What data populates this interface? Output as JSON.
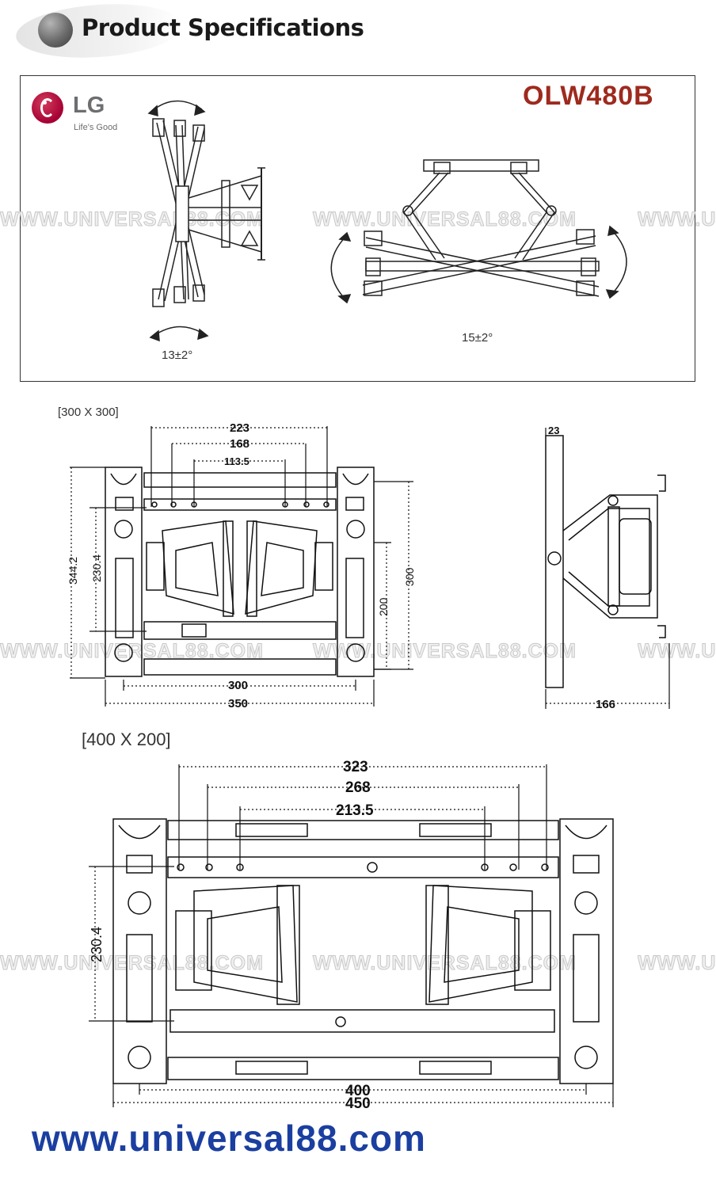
{
  "header": {
    "title": "Product Specifications"
  },
  "brand": {
    "logo_text": "LG",
    "tagline": "Life's Good",
    "logo_color": "#a50034"
  },
  "model": {
    "name": "OLW480B",
    "color": "#9e2a1e"
  },
  "tilt_views": {
    "vertical_angle": "13±2°",
    "horizontal_angle": "15±2°"
  },
  "watermark": {
    "text": "WWW.UNIVERSAL88.COM"
  },
  "config_300": {
    "label": "[300 X 300]",
    "dims": {
      "top1": "223",
      "top2": "168",
      "top3": "113.5",
      "left_outer": "344.2",
      "left_inner": "230.4",
      "right_inner": "200",
      "right_outer": "300",
      "bottom1": "300",
      "bottom2": "350"
    }
  },
  "side_view": {
    "top_dim": "23",
    "depth": "166"
  },
  "config_400": {
    "label": "[400 X 200]",
    "dims": {
      "top1": "323",
      "top2": "268",
      "top3": "213.5",
      "left": "230.4",
      "bottom1": "400",
      "bottom2": "450"
    }
  },
  "footer": {
    "url": "www.universal88.com",
    "color": "#1b3fa0"
  }
}
